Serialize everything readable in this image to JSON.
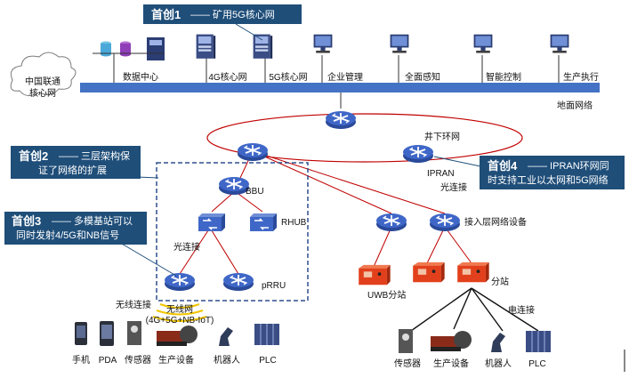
{
  "network": {
    "cloud": "中国联通\n核心网",
    "ground_network": "地面网络",
    "top_nodes": {
      "data_center": "数据中心",
      "core_4g": "4G核心网",
      "core_5g": "5G核心网",
      "enterprise_mgmt": "企业管理",
      "full_perception": "全面感知",
      "smart_control": "智能控制",
      "production_exec": "生产执行"
    },
    "ring": "井下环网",
    "ipran": "IPRAN",
    "optical_right": "光连接",
    "bbu": "BBU",
    "rhub": "RHUB",
    "optical_left": "光连接",
    "prru": "pRRU",
    "access_layer": "接入层网络设备",
    "uwb": "UWB分站",
    "substation": "分站",
    "wireless_conn": "无线连接",
    "wireless_net_1": "无线网",
    "wireless_net_2": "(4G+5G+NB-IoT)",
    "electric_conn": "电连接",
    "devices_left": [
      "手机",
      "PDA",
      "传感器",
      "生产设备",
      "机器人",
      "PLC"
    ],
    "devices_right": [
      "传感器",
      "生产设备",
      "机器人",
      "PLC"
    ]
  },
  "callouts": {
    "c1": {
      "title": "首创1",
      "text": "—— 矿用5G核心网"
    },
    "c2": {
      "title": "首创2",
      "line1": "—— 三层架构保",
      "line2": "证了网络的扩展"
    },
    "c3": {
      "title": "首创3",
      "line1": "—— 多模基站可以",
      "line2": "同时发射4/5G和NB信号"
    },
    "c4": {
      "title": "首创4",
      "line1": "—— IPRAN环网同",
      "line2": "时支持工业以太网和5G网络"
    }
  },
  "colors": {
    "callout_bg": "#1f4e79",
    "bus": "#4472c4",
    "router": "#3b5fb8",
    "ring_line": "#c00000",
    "substation_box": "#e2401c"
  },
  "icons": [
    "router-icon",
    "computer-icon",
    "server-icon",
    "database-icon",
    "substation-icon",
    "phone-icon",
    "pda-icon",
    "sensor-icon",
    "robot-icon",
    "plc-icon",
    "excavator-icon",
    "antenna-icon"
  ]
}
